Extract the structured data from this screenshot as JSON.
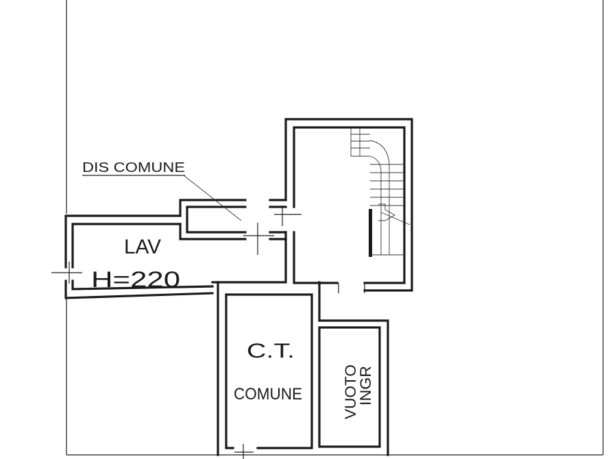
{
  "labels": {
    "dis_comune": "DIS COMUNE",
    "lav": "LAV",
    "height": "H=220",
    "ct": "C.T.",
    "comune": "COMUNE",
    "vuoto": "VUOTO",
    "ingr": "INGR"
  },
  "colors": {
    "ink": "#1a1a1a",
    "paper": "#ffffff"
  }
}
